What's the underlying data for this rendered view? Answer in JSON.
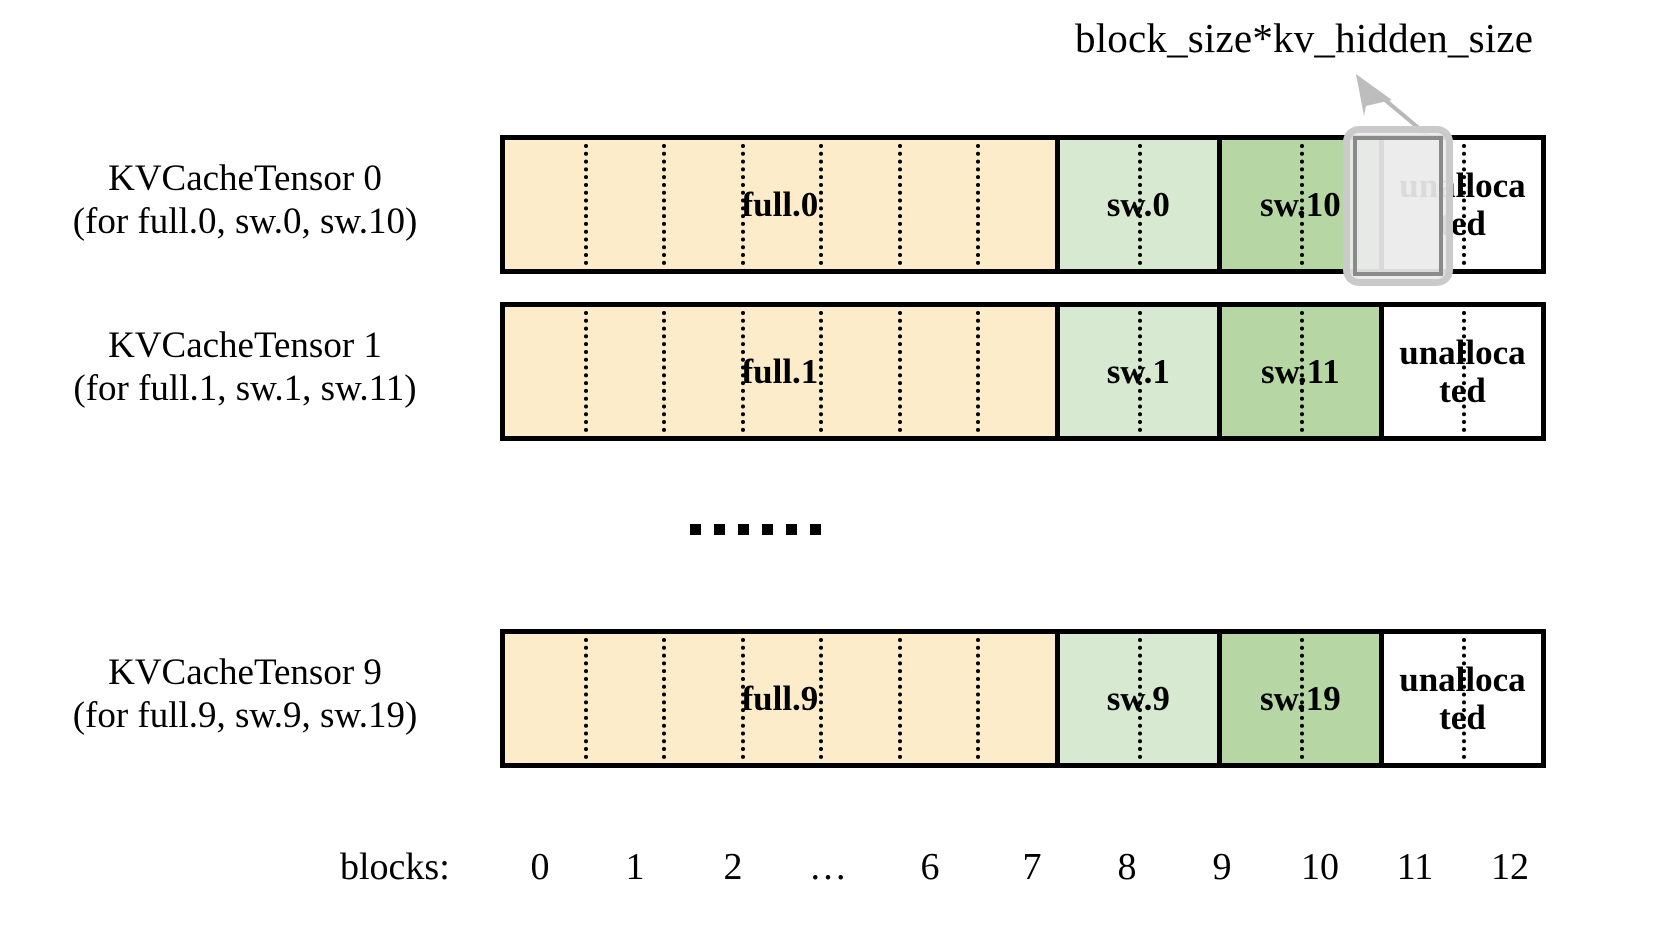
{
  "annotation": {
    "text": "block_size*kv_hidden_size",
    "arrow_icon": "arrow-up-left-icon",
    "color": "#b0b0b0"
  },
  "colors": {
    "full": "#FCECC9",
    "sw_light": "#D7E9D1",
    "sw_dark": "#B6D7A4",
    "unallocated": "#FFFFFF",
    "outline": "#000000",
    "highlight_fill": "#EBEBEB",
    "highlight_border": "#8A8A8A"
  },
  "rows": [
    {
      "label_line1": "KVCacheTensor 0",
      "label_line2": "(for full.0, sw.0, sw.10)",
      "segments": [
        {
          "name": "full",
          "label": "full.0",
          "blocks": 7
        },
        {
          "name": "sw_light",
          "label": "sw.0",
          "blocks": 2
        },
        {
          "name": "sw_dark",
          "label": "sw.10",
          "blocks": 2
        },
        {
          "name": "unallocated",
          "label": "unalloca\nted",
          "blocks": 2
        }
      ]
    },
    {
      "label_line1": "KVCacheTensor 1",
      "label_line2": "(for full.1, sw.1, sw.11)",
      "segments": [
        {
          "name": "full",
          "label": "full.1",
          "blocks": 7
        },
        {
          "name": "sw_light",
          "label": "sw.1",
          "blocks": 2
        },
        {
          "name": "sw_dark",
          "label": "sw.11",
          "blocks": 2
        },
        {
          "name": "unallocated",
          "label": "unalloca\nted",
          "blocks": 2
        }
      ]
    },
    {
      "label_line1": "KVCacheTensor 9",
      "label_line2": "(for full.9, sw.9, sw.19)",
      "segments": [
        {
          "name": "full",
          "label": "full.9",
          "blocks": 7
        },
        {
          "name": "sw_light",
          "label": "sw.9",
          "blocks": 2
        },
        {
          "name": "sw_dark",
          "label": "sw.19",
          "blocks": 2
        },
        {
          "name": "unallocated",
          "label": "unalloca\nted",
          "blocks": 2
        }
      ]
    }
  ],
  "ellipsis": "......",
  "axis": {
    "title": "blocks:",
    "ticks": [
      "0",
      "1",
      "2",
      "…",
      "6",
      "7",
      "8",
      "9",
      "10",
      "11",
      "12"
    ]
  },
  "highlight": {
    "target_block": "11",
    "note": "unallocated"
  }
}
